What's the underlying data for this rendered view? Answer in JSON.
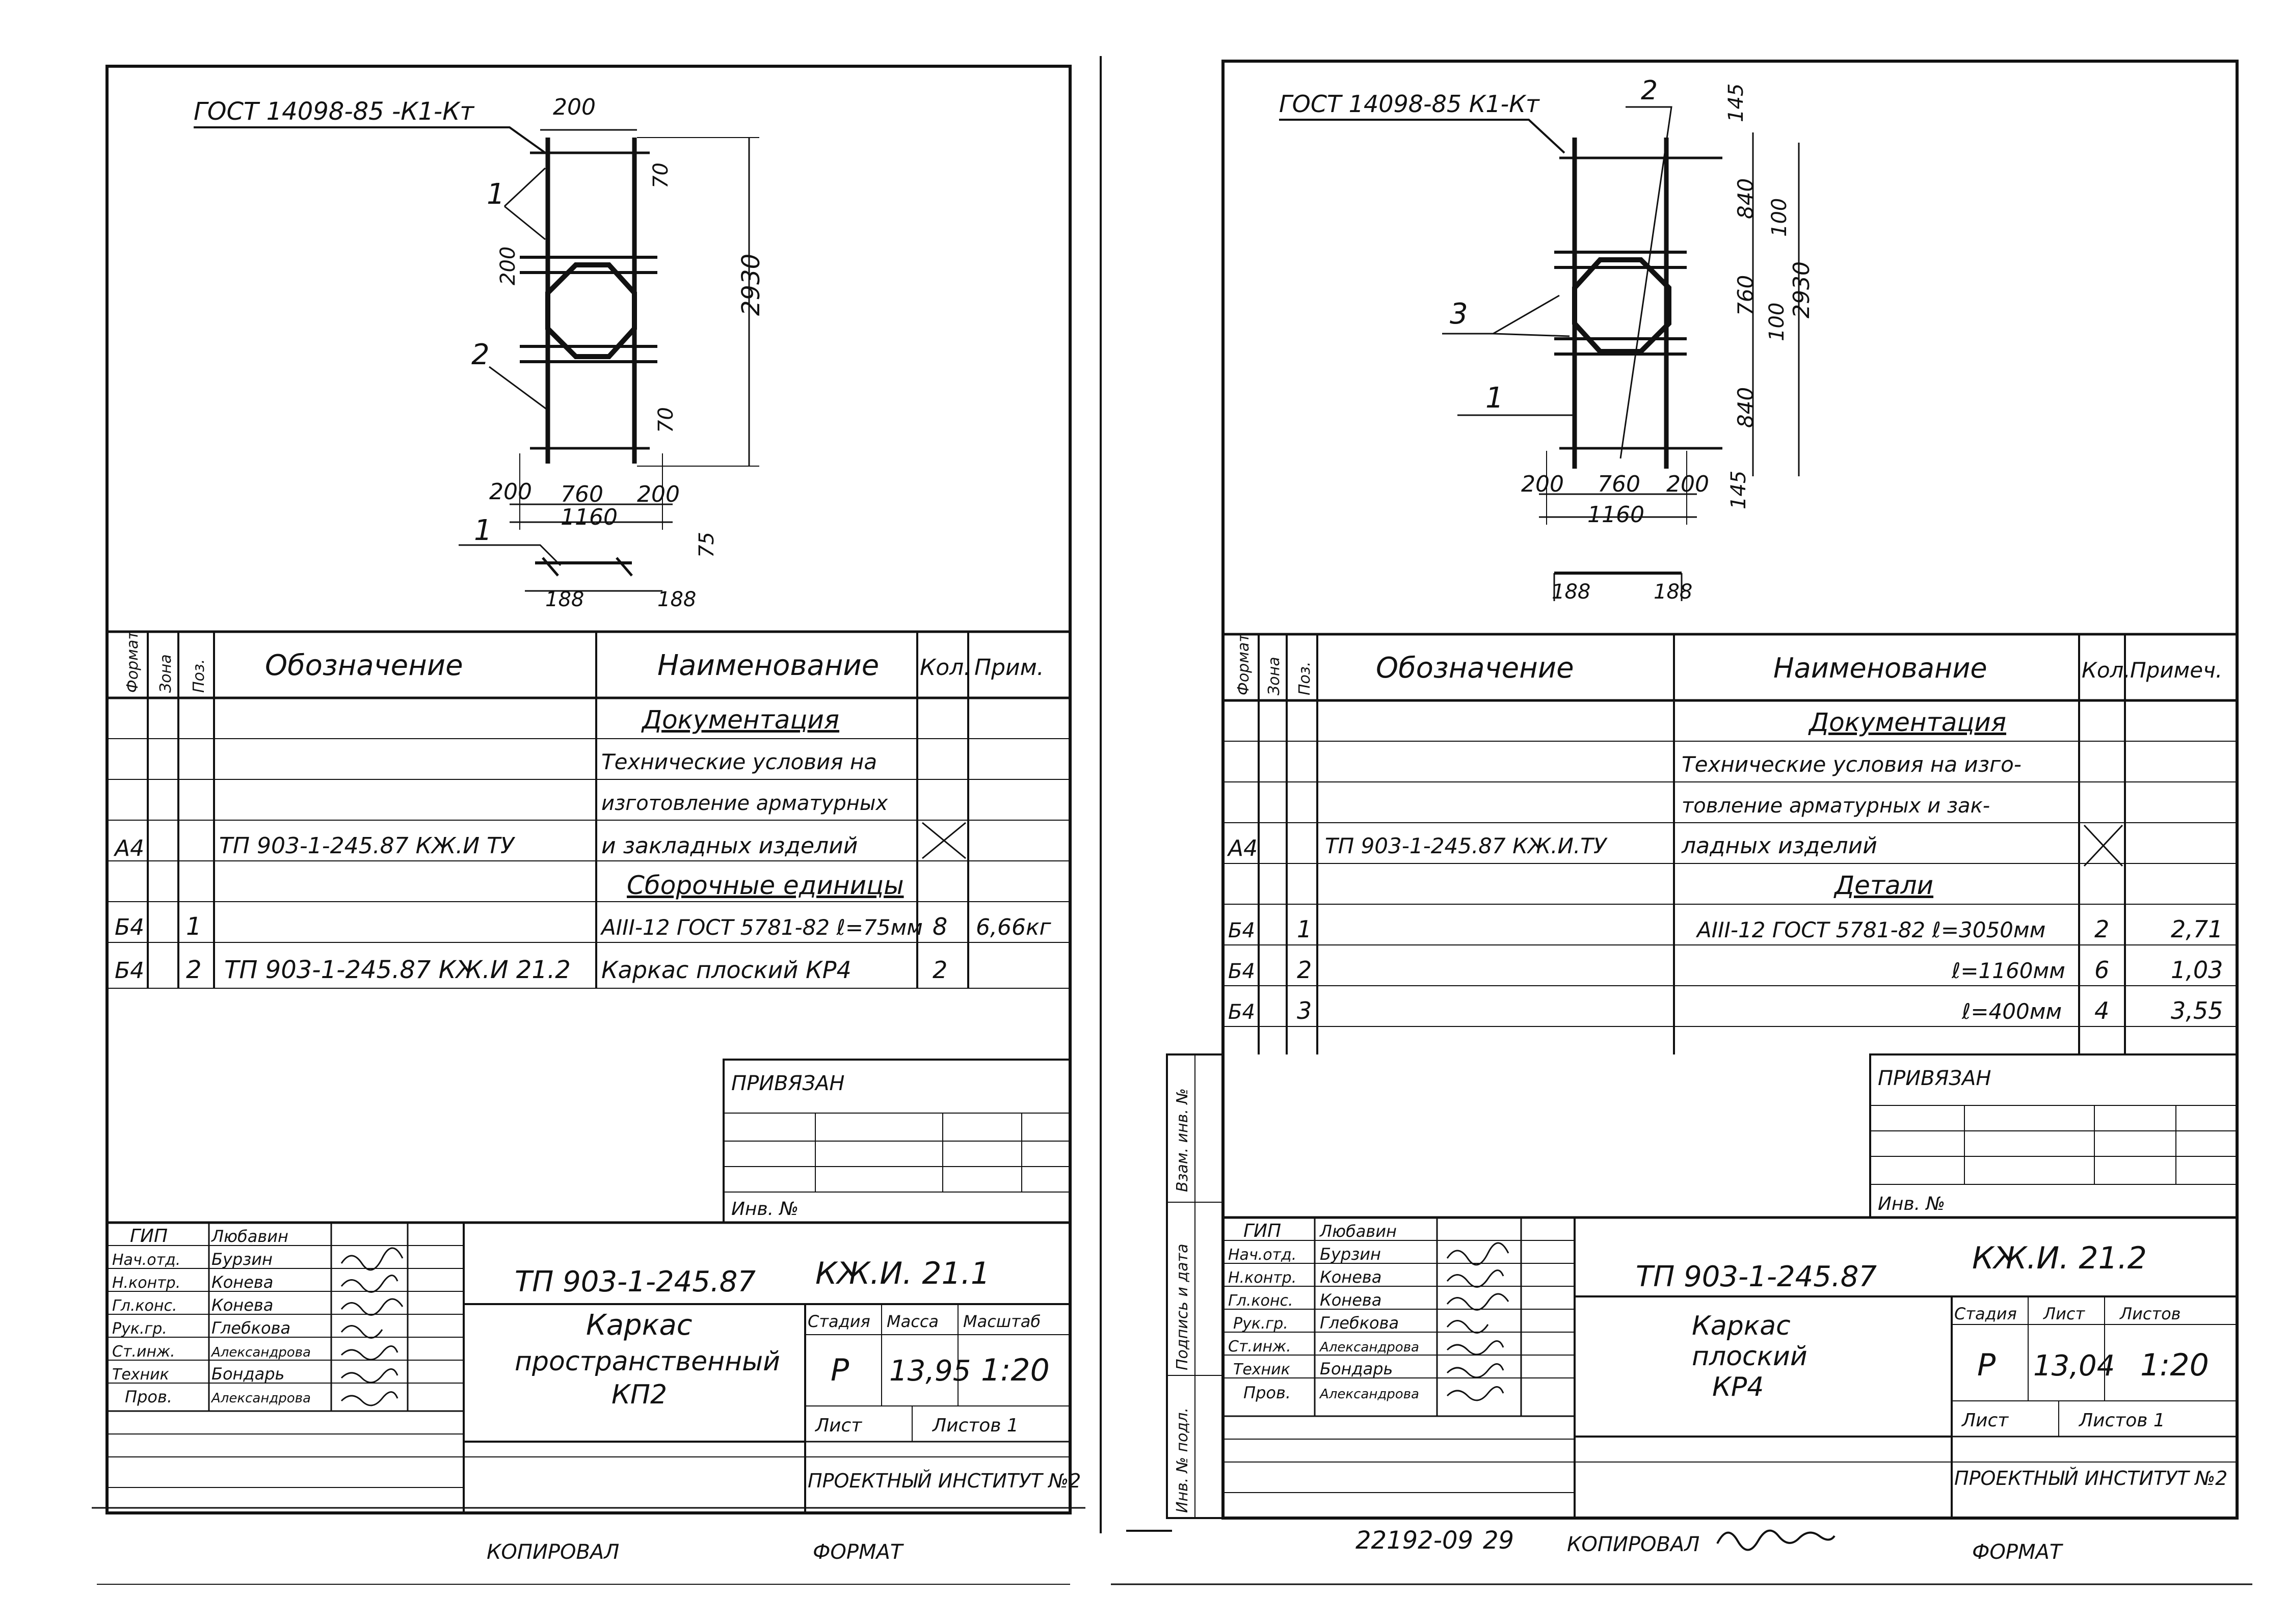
{
  "footer": {
    "copied_label": "КОПИРОВАЛ",
    "format_label": "ФОРМАТ",
    "archive_number": "22192-09",
    "page_number": "29"
  },
  "sheets": [
    {
      "gost_note": "ГОСТ 14098-85 -К1-Кт",
      "dims": {
        "top_200": "200",
        "top_70": "70",
        "left_200": "200",
        "height_2930": "2930",
        "bottom_70": "70",
        "bot_200_left": "200",
        "bot_760": "760",
        "bot_200_right": "200",
        "bot_1160": "1160",
        "detail_75": "75",
        "detail_188_left": "188",
        "detail_188_right": "188"
      },
      "callouts": [
        "1",
        "2",
        "1"
      ],
      "spec": {
        "headers": {
          "format": "Формат",
          "zone": "Зона",
          "pos": "Поз.",
          "designation": "Обозначение",
          "name": "Наименование",
          "qty": "Кол.",
          "note": "Прим."
        },
        "rows": [
          {
            "format": "",
            "zone": "",
            "pos": "",
            "designation": "",
            "name": "Документация",
            "qty": "",
            "note": "",
            "heading": true
          },
          {
            "format": "",
            "zone": "",
            "pos": "",
            "designation": "",
            "name": "Технические условия на",
            "qty": "",
            "note": ""
          },
          {
            "format": "",
            "zone": "",
            "pos": "",
            "designation": "",
            "name": "изготовление арматурных",
            "qty": "",
            "note": ""
          },
          {
            "format": "А4",
            "zone": "",
            "pos": "",
            "designation": "ТП 903-1-245.87 КЖ.И ТУ",
            "name": "и закладных изделий",
            "qty": "",
            "note": "",
            "cross": true
          },
          {
            "format": "",
            "zone": "",
            "pos": "",
            "designation": "",
            "name": "Сборочные единицы",
            "qty": "",
            "note": "",
            "heading": true
          },
          {
            "format": "Б4",
            "zone": "",
            "pos": "1",
            "designation": "",
            "name": "АIII-12 ГОСТ 5781-82 ℓ=75мм",
            "qty": "8",
            "note": "6,66кг"
          },
          {
            "format": "Б4",
            "zone": "",
            "pos": "2",
            "designation": "ТП 903-1-245.87 КЖ.И 21.2",
            "name": "Каркас плоский КР4",
            "qty": "2",
            "note": ""
          }
        ]
      },
      "stamp": {
        "attached_label": "ПРИВЯЗАН",
        "inv_label": "Инв. №",
        "roles": [
          "ГИП",
          "Нач.отд.",
          "Н.контр.",
          "Гл.конс.",
          "Рук.гр.",
          "Ст.инж.",
          "Техник",
          "Пров."
        ],
        "names": [
          "Любавин",
          "Бурзин",
          "Конева",
          "Конева",
          "Глебкова",
          "Александрова",
          "Бондарь",
          "Александрова"
        ],
        "project_code": "ТП 903-1-245.87",
        "doc_code": "КЖ.И. 21.1",
        "title_lines": [
          "Каркас",
          "пространственный",
          "КП2"
        ],
        "stage_label": "Стадия",
        "mass_label": "Масса",
        "scale_label": "Масштаб",
        "stage": "Р",
        "mass": "13,95",
        "scale": "1:20",
        "sheet_label": "Лист",
        "sheets_label": "Листов 1",
        "org": "ПРОЕКТНЫЙ ИНСТИТУТ №2"
      }
    },
    {
      "gost_note": "ГОСТ 14098-85 К1-Кт",
      "dims": {
        "top_145": "145",
        "d_840_top": "840",
        "d_100_top": "100",
        "d_760": "760",
        "d_100_bot": "100",
        "d_840_bot": "840",
        "height_2930": "2930",
        "bot_145": "145",
        "bot_200_left": "200",
        "bot_760": "760",
        "bot_200_right": "200",
        "bot_1160": "1160",
        "detail_188_left": "188",
        "detail_188_right": "188"
      },
      "callouts": [
        "2",
        "3",
        "1"
      ],
      "side_labels": [
        "Взам. инв. №",
        "Подпись и дата",
        "Инв. № подл."
      ],
      "spec": {
        "headers": {
          "format": "Формат",
          "zone": "Зона",
          "pos": "Поз.",
          "designation": "Обозначение",
          "name": "Наименование",
          "qty": "Кол.",
          "note": "Примеч."
        },
        "rows": [
          {
            "format": "",
            "zone": "",
            "pos": "",
            "designation": "",
            "name": "Документация",
            "qty": "",
            "note": "",
            "heading": true
          },
          {
            "format": "",
            "zone": "",
            "pos": "",
            "designation": "",
            "name": "Технические условия на изго-",
            "qty": "",
            "note": ""
          },
          {
            "format": "",
            "zone": "",
            "pos": "",
            "designation": "",
            "name": "товление арматурных и зак-",
            "qty": "",
            "note": ""
          },
          {
            "format": "А4",
            "zone": "",
            "pos": "",
            "designation": "ТП 903-1-245.87 КЖ.И.ТУ",
            "name": "ладных изделий",
            "qty": "",
            "note": "",
            "cross": true
          },
          {
            "format": "",
            "zone": "",
            "pos": "",
            "designation": "",
            "name": "Детали",
            "qty": "",
            "note": "",
            "heading": true
          },
          {
            "format": "Б4",
            "zone": "",
            "pos": "1",
            "designation": "",
            "name": "АIII-12 ГОСТ 5781-82 ℓ=3050мм",
            "qty": "2",
            "note": "2,71"
          },
          {
            "format": "Б4",
            "zone": "",
            "pos": "2",
            "designation": "",
            "name": "ℓ=1160мм",
            "qty": "6",
            "note": "1,03"
          },
          {
            "format": "Б4",
            "zone": "",
            "pos": "3",
            "designation": "",
            "name": "ℓ=400мм",
            "qty": "4",
            "note": "3,55"
          }
        ]
      },
      "stamp": {
        "attached_label": "ПРИВЯЗАН",
        "inv_label": "Инв. №",
        "roles": [
          "ГИП",
          "Нач.отд.",
          "Н.контр.",
          "Гл.конс.",
          "Рук.гр.",
          "Ст.инж.",
          "Техник",
          "Пров."
        ],
        "names": [
          "Любавин",
          "Бурзин",
          "Конева",
          "Конева",
          "Глебкова",
          "Александрова",
          "Бондарь",
          "Александрова"
        ],
        "project_code": "ТП 903-1-245.87",
        "doc_code": "КЖ.И. 21.2",
        "title_lines": [
          "Каркас",
          "плоский",
          "КР4"
        ],
        "stage_label": "Стадия",
        "mass_label": "Лист",
        "scale_label": "Листов",
        "stage": "Р",
        "mass": "13,04",
        "scale": "1:20",
        "sheet_label": "Лист",
        "sheets_label": "Листов 1",
        "org": "ПРОЕКТНЫЙ ИНСТИТУТ №2"
      }
    }
  ]
}
